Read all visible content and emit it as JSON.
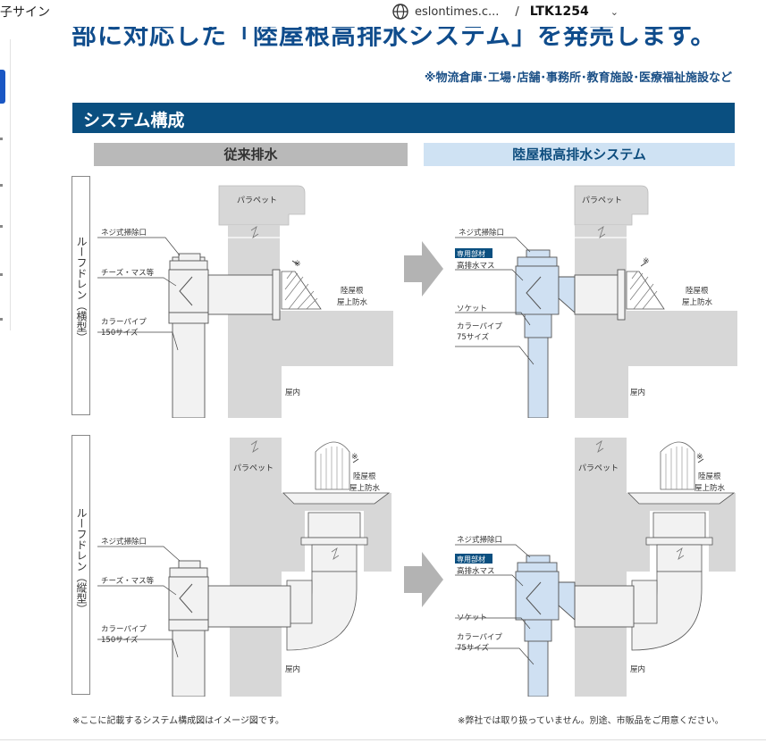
{
  "topbar": {
    "left_title": "子サイン",
    "site": "eslontimes.c...",
    "separator": "/",
    "lot": "LTK1254",
    "chevron": "chevron-down"
  },
  "headline": "部に対応した「陸屋根高排水システム」を発売します。",
  "facilities": "※物流倉庫･工場･店舗･事務所･教育施設･医療福祉施設など",
  "section_title": "システム構成",
  "columns": {
    "conventional": "従来排水",
    "new_system": "陸屋根高排水システム"
  },
  "rows": {
    "horizontal": "ルーフドレン（横型）",
    "vertical": "ルーフドレン（縦型）"
  },
  "labels": {
    "parapet": "パラペット",
    "screw_cleanout": "ネジ式掃除口",
    "tees": "チーズ・マス等",
    "color_pipe_150": "カラーパイプ",
    "size_150": "150サイズ",
    "dedicated": "専用部材",
    "high_drain_mass": "高排水マス",
    "socket": "ソケット",
    "color_pipe_75": "カラーパイプ",
    "size_75": "75サイズ",
    "roof_waterproof_1": "陸屋根",
    "roof_waterproof_2": "屋上防水",
    "indoor": "屋内",
    "asterisk": "※"
  },
  "footnotes": {
    "left": "※ここに記載するシステム構成図はイメージ図です。",
    "right": "※弊社では取り扱っていません。別途、市販品をご用意ください。"
  },
  "colors": {
    "banner": "#0a4f80",
    "wall": "#d7d7d7",
    "pipe_conventional": "#f2f2f2",
    "pipe_new": "#cfe0f2",
    "arrow": "#b3b3b3",
    "dedicated_badge": "#0a4f80"
  }
}
